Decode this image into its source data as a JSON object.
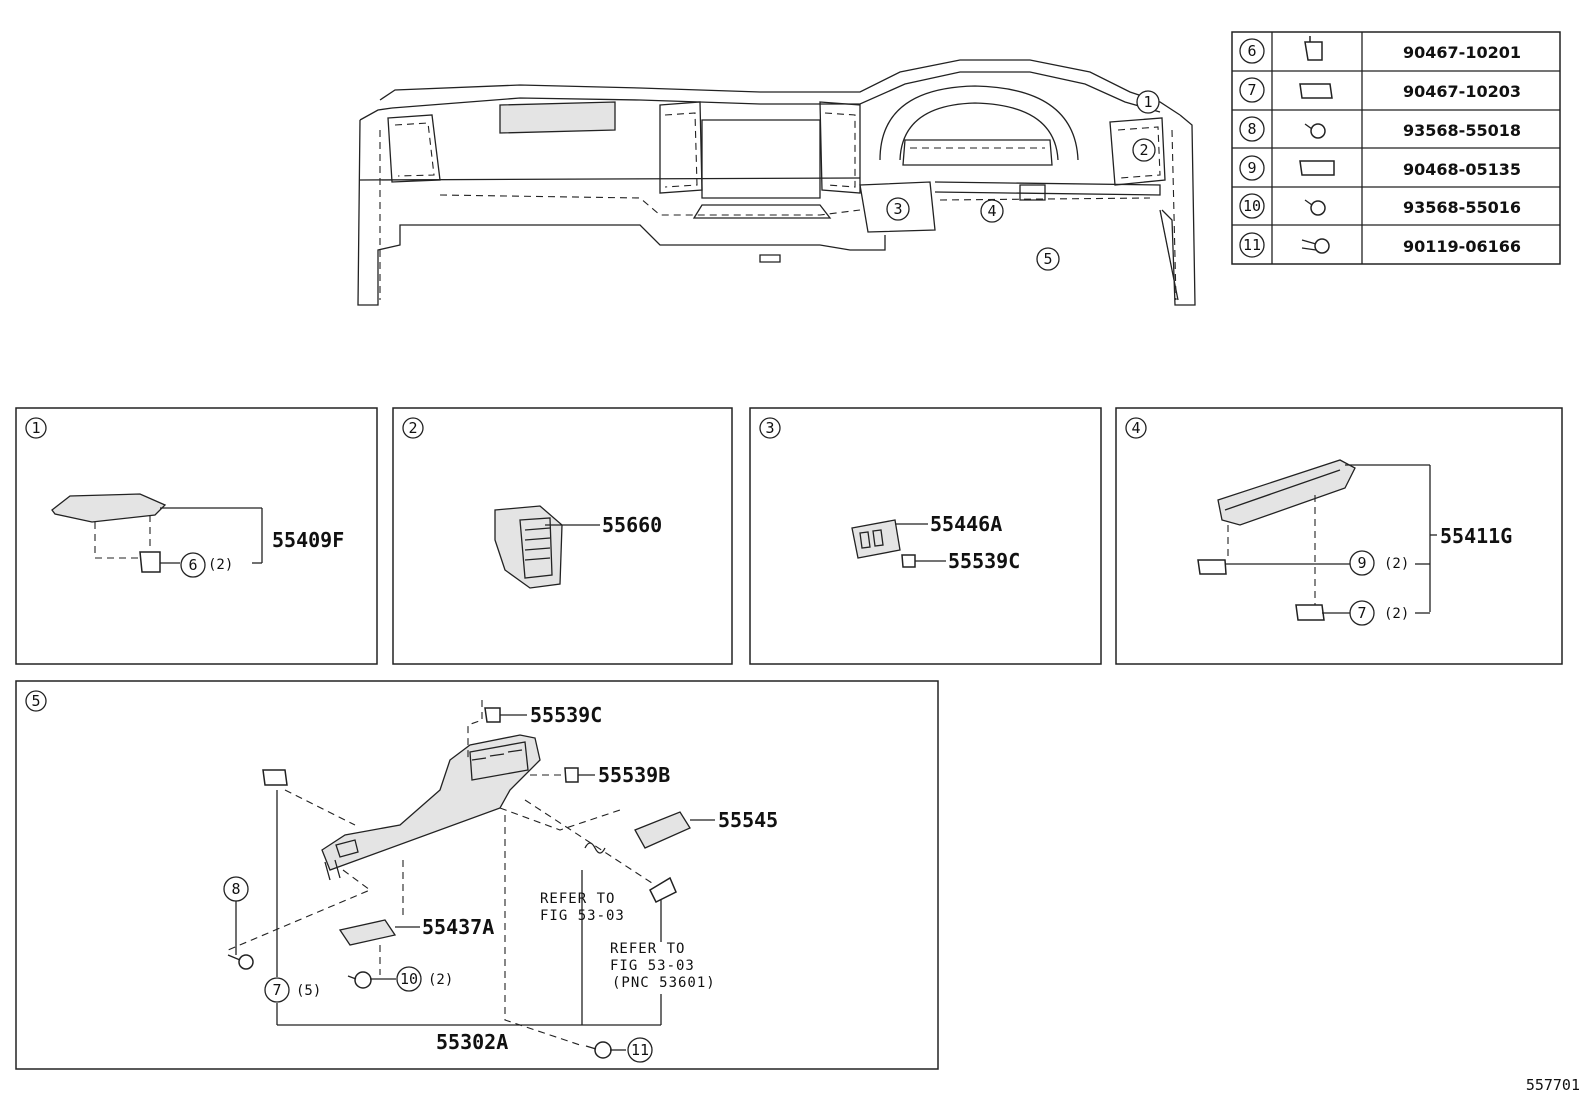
{
  "parts_table": [
    {
      "ref": "6",
      "part_no": "90467-10201"
    },
    {
      "ref": "7",
      "part_no": "90467-10203"
    },
    {
      "ref": "8",
      "part_no": "93568-55018"
    },
    {
      "ref": "9",
      "part_no": "90468-05135"
    },
    {
      "ref": "10",
      "part_no": "93568-55016"
    },
    {
      "ref": "11",
      "part_no": "90119-06166"
    }
  ],
  "main_callouts": [
    "1",
    "2",
    "3",
    "4",
    "5"
  ],
  "panels": {
    "p1": {
      "ref": "1",
      "label": "55409F",
      "sub_ref": "6",
      "qty": "(2)"
    },
    "p2": {
      "ref": "2",
      "label": "55660"
    },
    "p3": {
      "ref": "3",
      "label_a": "55446A",
      "label_b": "55539C"
    },
    "p4": {
      "ref": "4",
      "label": "55411G",
      "ref_a": "9",
      "qty_a": "(2)",
      "ref_b": "7",
      "qty_b": "(2)"
    },
    "p5": {
      "ref": "5",
      "label_top": "55539C",
      "label_b": "55539B",
      "label_c": "55545",
      "label_d": "55437A",
      "label_main": "55302A",
      "ref_8": "8",
      "ref_7": "7",
      "qty_7": "(5)",
      "ref_10": "10",
      "qty_10": "(2)",
      "ref_11": "11",
      "refer1_line1": "REFER TO",
      "refer1_line2": "FIG 53-03",
      "refer2_line1": "REFER TO",
      "refer2_line2": "FIG 53-03",
      "refer2_line3": "(PNC 53601)"
    }
  },
  "figure_id": "557701"
}
